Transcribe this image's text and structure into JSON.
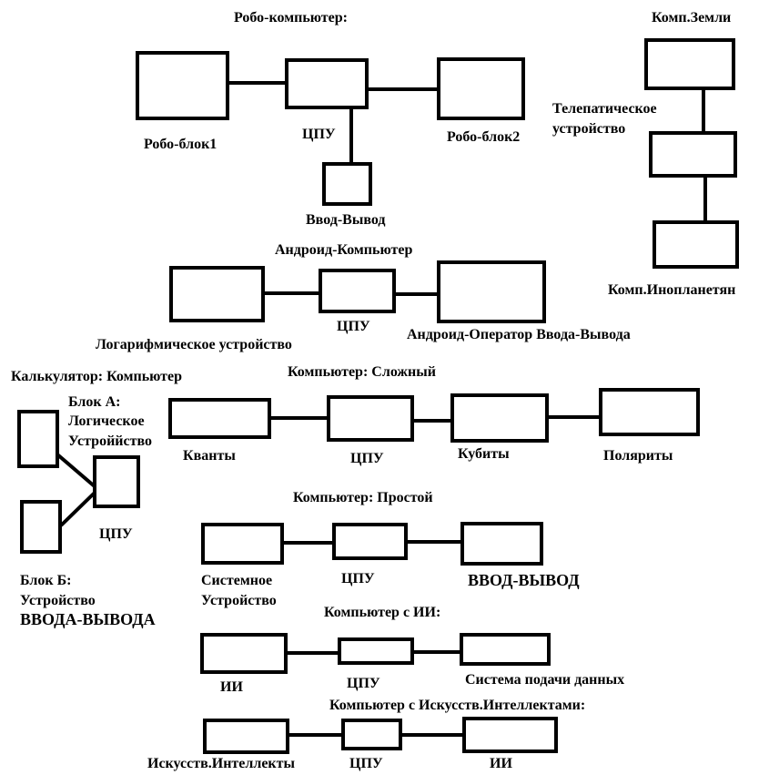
{
  "robo": {
    "title": "Робо-компьютер:",
    "block1": "Робо-блок1",
    "cpu": "ЦПУ",
    "block2": "Робо-блок2",
    "io": "Ввод-Вывод"
  },
  "earth": {
    "title": "Комп.Земли",
    "tele_line1": "Телепатическое",
    "tele_line2": "устройство",
    "alien": "Комп.Инопланетян"
  },
  "android": {
    "title": "Андроид-Компьютер",
    "log_device": "Логарифмическое устройство",
    "cpu": "ЦПУ",
    "operator": "Андроид-Оператор Ввода-Вывода"
  },
  "calculator": {
    "title": "Калькулятор: Компьютер",
    "block_a_line1": "Блок А:",
    "block_a_line2": "Логическое",
    "block_a_line3": "Устроййство",
    "cpu": "ЦПУ",
    "block_b_line1": "Блок Б:",
    "block_b_line2": "Устройство",
    "block_b_line3": "ВВОДА-ВЫВОДА"
  },
  "complex": {
    "title": "Компьютер: Сложный",
    "quanta": "Кванты",
    "cpu": "ЦПУ",
    "qubits": "Кубиты",
    "polarities": "Поляриты"
  },
  "simple": {
    "title": "Компьютер: Простой",
    "system_line1": "Системное",
    "system_line2": "Устройство",
    "cpu": "ЦПУ",
    "io": "ВВОД-ВЫВОД"
  },
  "ai": {
    "title": "Компьютер с ИИ:",
    "ai": "ИИ",
    "cpu": "ЦПУ",
    "data_system": "Система подачи данных"
  },
  "multi_ai": {
    "title": "Компьютер с Искусств.Интеллектами:",
    "intellects": "Искусств.Интеллекты",
    "cpu": "ЦПУ",
    "ai": "ИИ"
  }
}
